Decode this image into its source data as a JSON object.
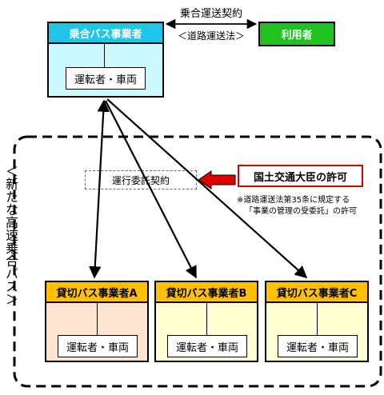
{
  "operator_main": {
    "title": "乗合バス事業者",
    "inner": "運転者・車両"
  },
  "user": {
    "title": "利用者"
  },
  "contract_top": {
    "label": "乗合運送契約",
    "law": "＜道路運送法＞"
  },
  "region_label": "＜新たな高速乗合バス＞",
  "consign": {
    "label": "運行委託契約"
  },
  "permit": {
    "label": "国土交通大臣の許可",
    "note1": "※道路運送法第35条に規定する",
    "note2": "「事業の管理の受委託」の許可"
  },
  "charter": [
    {
      "title": "貸切バス事業者A",
      "inner": "運転者・車両"
    },
    {
      "title": "貸切バス事業者B",
      "inner": "運転者・車両"
    },
    {
      "title": "貸切バス事業者C",
      "inner": "運転者・車両"
    }
  ],
  "colors": {
    "main_header": "#1fc6ea",
    "main_body": "#ccf8ff",
    "user": "#1fc21f",
    "charter_header": "#ffc000",
    "charter_a_body": "#fde4d0",
    "charter_bc_body": "#ffffd2",
    "permit_arrow": "#dd0000"
  }
}
